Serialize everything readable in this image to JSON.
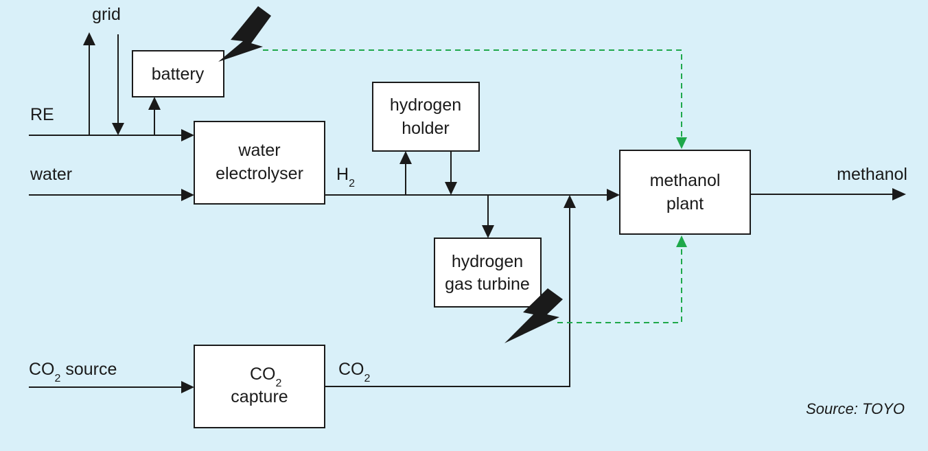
{
  "inputs": {
    "grid": "grid",
    "re": "RE",
    "water": "water",
    "co2_source_main": "CO",
    "co2_source_sub": "2",
    "co2_source_tail": " source"
  },
  "boxes": {
    "battery": "battery",
    "electrolyser_line1": "water",
    "electrolyser_line2": "electrolyser",
    "holder_line1": "hydrogen",
    "holder_line2": "holder",
    "turbine_line1": "hydrogen",
    "turbine_line2": "gas turbine",
    "capture_line1_main": "CO",
    "capture_line1_sub": "2",
    "capture_line2": "capture",
    "plant_line1": "methanol",
    "plant_line2": "plant"
  },
  "flows": {
    "h2_main": "H",
    "h2_sub": "2",
    "co2_main": "CO",
    "co2_sub": "2",
    "output": "methanol"
  },
  "source": "Source: TOYO",
  "colors": {
    "background": "#d9f0f9",
    "power_link": "#1ea84a",
    "line": "#1a1a1a"
  },
  "icons": [
    "lightning-bolt-icon",
    "lightning-bolt-icon"
  ]
}
